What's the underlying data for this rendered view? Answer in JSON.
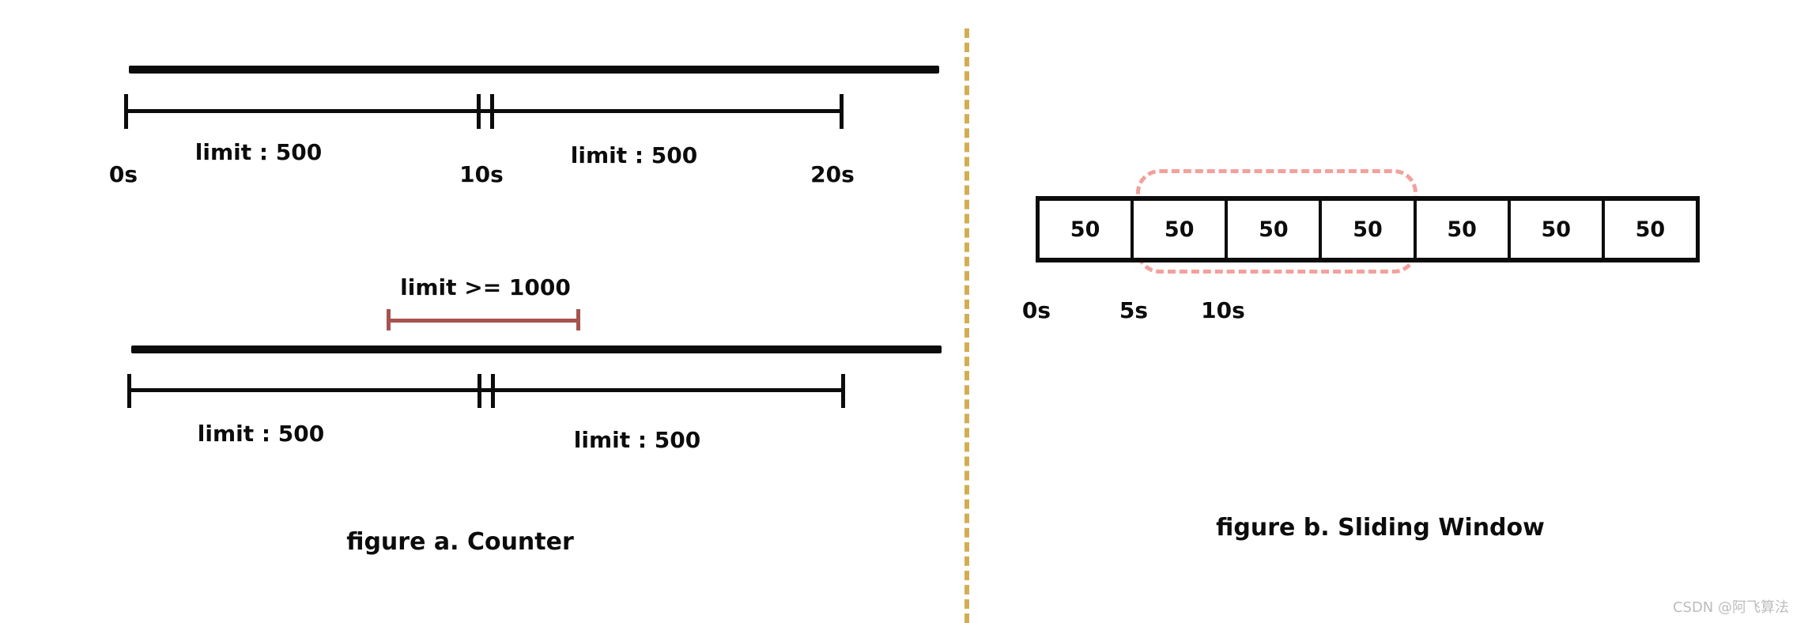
{
  "figure_a": {
    "caption": "figure a. Counter",
    "axis1": {
      "window1_label": "limit : 500",
      "window2_label": "limit : 500",
      "ticks": [
        "0s",
        "10s",
        "20s"
      ]
    },
    "overlay": {
      "label": "limit >= 1000"
    },
    "axis2": {
      "window1_label": "limit : 500",
      "window2_label": "limit : 500"
    }
  },
  "figure_b": {
    "caption": "figure b. Sliding Window",
    "cells": [
      "50",
      "50",
      "50",
      "50",
      "50",
      "50",
      "50"
    ],
    "ticks": [
      "0s",
      "5s",
      "10s"
    ]
  },
  "watermark": "CSDN @阿飞算法",
  "colors": {
    "ink_black": "#0c0c0c",
    "limit_bracket_red": "#a7534f",
    "sliding_window_pink": "#f2a19c",
    "divider_yellow": "#d3ad51",
    "watermark_gray": "#bcbcbc"
  }
}
